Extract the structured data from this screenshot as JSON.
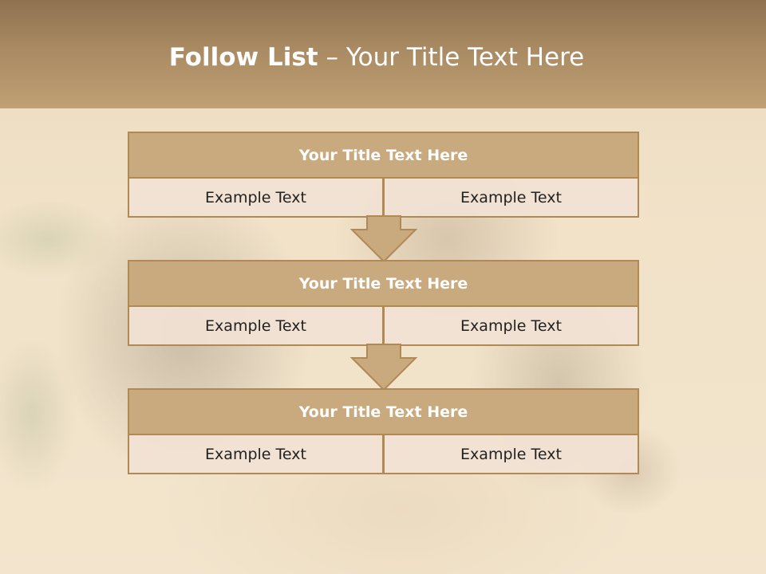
{
  "header": {
    "title_bold": "Follow List",
    "title_rest": " – Your Title Text Here"
  },
  "blocks": [
    {
      "title": "Your Title Text Here",
      "left_text": "Example Text",
      "right_text": "Example Text"
    },
    {
      "title": "Your Title Text Here",
      "left_text": "Example Text",
      "right_text": "Example Text"
    },
    {
      "title": "Your Title Text Here",
      "left_text": "Example Text",
      "right_text": "Example Text"
    }
  ],
  "icons": [
    "down-arrow-icon",
    "down-arrow-icon"
  ],
  "colors": {
    "header": "#a98a62",
    "title_fill": "#c9a97e",
    "border": "#b08954",
    "cell_fill": "#f1e2d4",
    "arrow_fill": "#c9a97e"
  }
}
